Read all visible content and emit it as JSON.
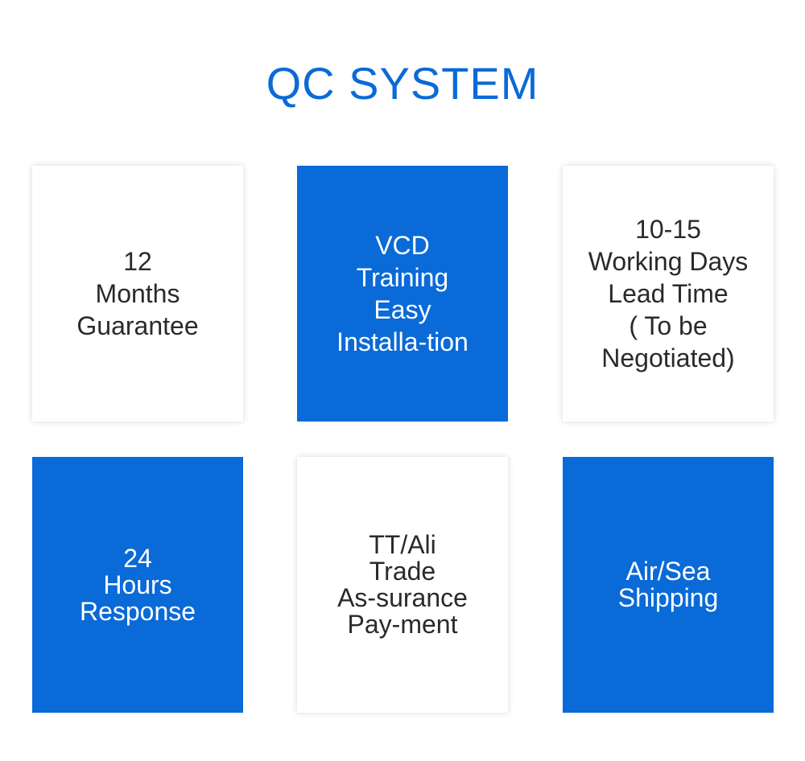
{
  "title": "QC SYSTEM",
  "colors": {
    "accent": "#0a6ad7",
    "card_white": "#ffffff",
    "text_dark": "#2a2a2a"
  },
  "cards": [
    {
      "text": "12\nMonths\nGuarantee",
      "style": "white"
    },
    {
      "text": "VCD\nTraining\nEasy\nInstalla-tion",
      "style": "blue"
    },
    {
      "text": "10-15\nWorking Days\n Lead Time\n( To be\nNegotiated)",
      "style": "white"
    },
    {
      "text": "24\nHours\nResponse",
      "style": "blue"
    },
    {
      "text": "TT/Ali\nTrade\nAs-surance\nPay-ment",
      "style": "white"
    },
    {
      "text": "Air/Sea\nShipping",
      "style": "blue"
    }
  ]
}
